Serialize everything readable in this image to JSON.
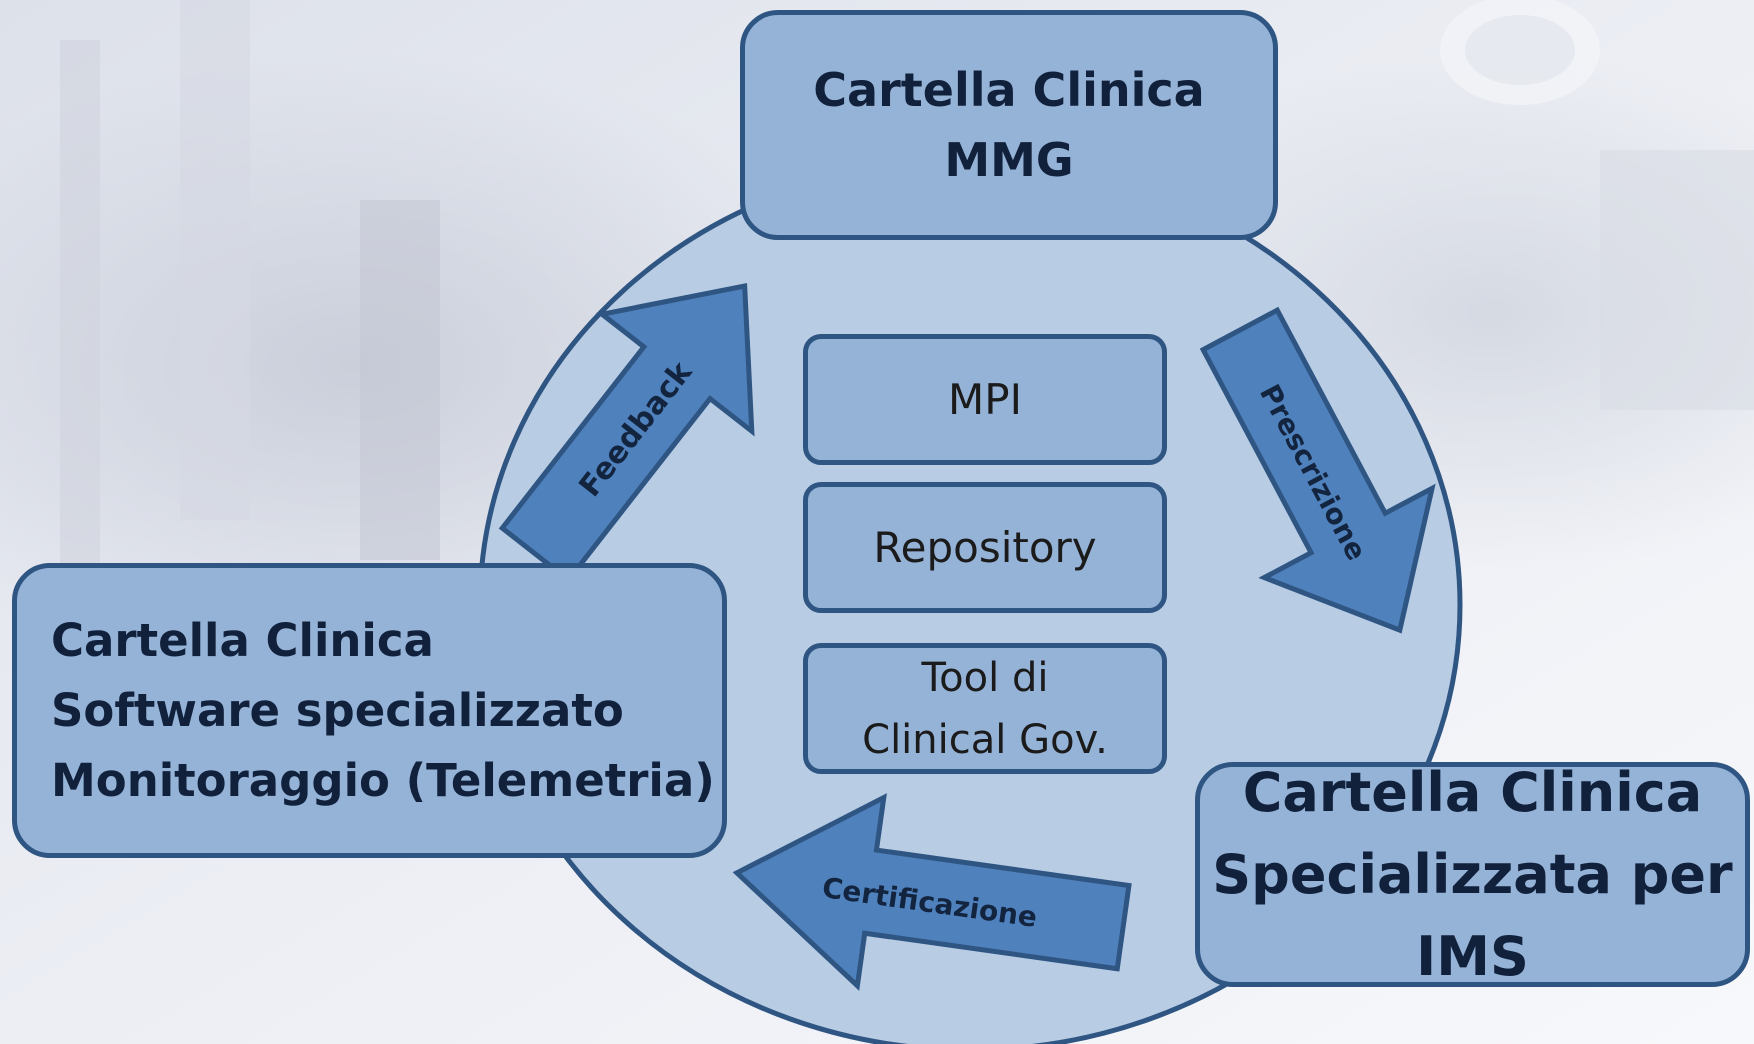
{
  "boxes": {
    "mmg": {
      "line1": "Cartella Clinica",
      "line2": "MMG"
    },
    "specialized_software": {
      "line1": "Cartella Clinica",
      "line2": "Software specializzato",
      "line3": "Monitoraggio (Telemetria)"
    },
    "ims": {
      "line1": "Cartella Clinica",
      "line2": "Specializzata per",
      "line3": "IMS"
    }
  },
  "center_boxes": {
    "mpi": "MPI",
    "repository": "Repository",
    "tool_line1": "Tool di",
    "tool_line2": "Clinical Gov."
  },
  "arrows": {
    "feedback": "Feedback",
    "prescrizione": "Prescrizione",
    "certificazione": "Certificazione"
  },
  "colors": {
    "box_fill": "#95b3d7",
    "box_border": "#2f5583",
    "circle_fill": "#b8cce4",
    "arrow_fill": "#4f81bd",
    "text_dark": "#11203b"
  }
}
